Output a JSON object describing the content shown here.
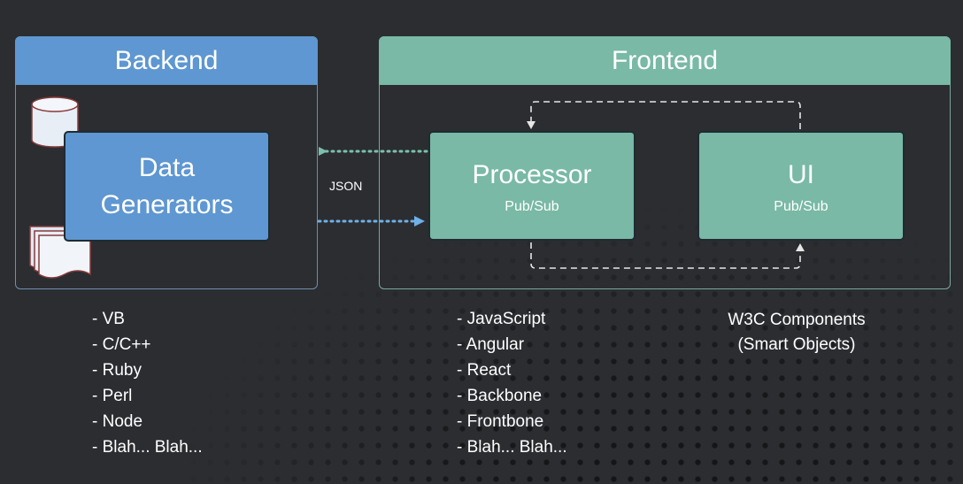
{
  "backend": {
    "title": "Backend",
    "box_line1": "Data",
    "box_line2": "Generators",
    "languages": [
      "- VB",
      "- C/C++",
      "- Ruby",
      "- Perl",
      "- Node",
      "- Blah... Blah..."
    ]
  },
  "frontend": {
    "title": "Frontend",
    "processor": {
      "title": "Processor",
      "subtitle": "Pub/Sub"
    },
    "ui": {
      "title": "UI",
      "subtitle": "Pub/Sub"
    },
    "frameworks": [
      "- JavaScript",
      "- Angular",
      "- React",
      "- Backbone",
      "- Frontbone",
      "- Blah... Blah..."
    ],
    "components_line1": "W3C Components",
    "components_line2": "(Smart Objects)"
  },
  "connector": {
    "label": "JSON"
  },
  "colors": {
    "background": "#2b2d31",
    "backend_blue": "#5e97d1",
    "frontend_green": "#79b9a5",
    "arrow_green": "#7bc0aa",
    "arrow_blue": "#6fb0e6"
  }
}
